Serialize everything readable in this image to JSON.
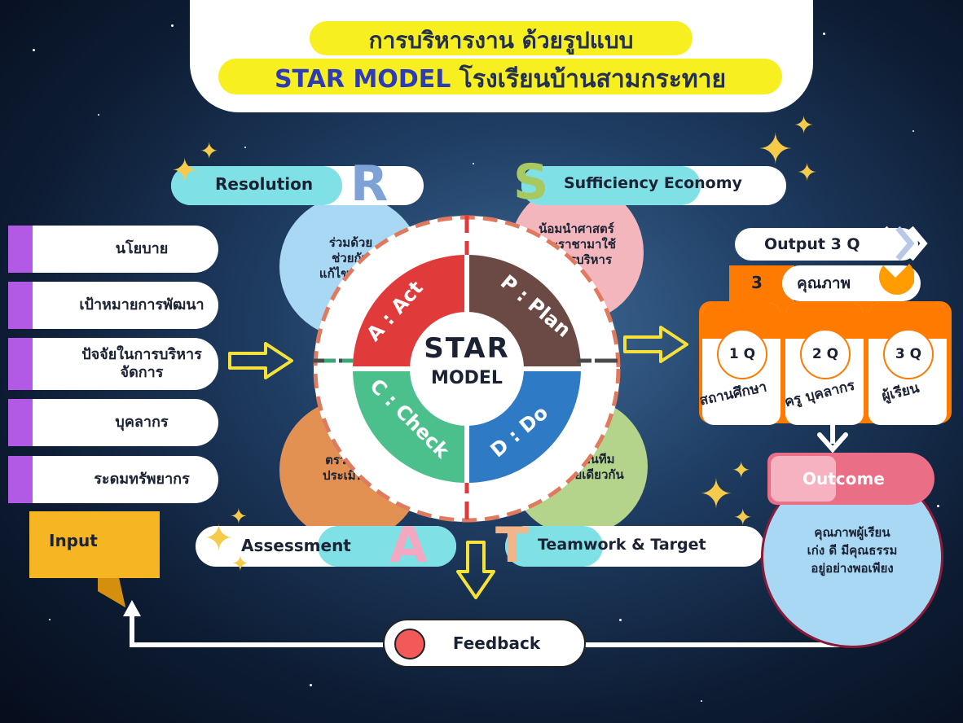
{
  "title": {
    "line1": "การบริหารงาน ด้วยรูปแบบ",
    "line2_en": "STAR MODEL",
    "line2_th": "โรงเรียนบ้านสามกระทาย"
  },
  "inputs": {
    "items": [
      "นโยบาย",
      "เป้าหมายการพัฒนา",
      "ปัจจัยในการบริหารจัดการ",
      "บุคลากร",
      "ระดมทรัพยากร"
    ],
    "label": "Input"
  },
  "star": {
    "resolution": {
      "letter": "R",
      "label": "Resolution",
      "text": "ร่วมด้วย\nช่วยกัน\nแก้ไขปัญหา"
    },
    "sufficiency": {
      "letter": "S",
      "label": "Sufficiency Economy",
      "text": "น้อมนำศาสตร์\nพระราชามาใช้\nในการบริหาร"
    },
    "assessment": {
      "letter": "A",
      "label": "Assessment",
      "text": "ตรวจสอบ\nประเมินผล"
    },
    "teamwork": {
      "letter": "T",
      "label": "Teamwork & Target",
      "text": "ทำงานเป็นทีม\nเป้าหมายเดียวกัน"
    },
    "center_line1": "STAR",
    "center_line2": "MODEL",
    "quadrants": {
      "act": "A : Act",
      "plan": "P : Plan",
      "check": "C : Check",
      "do": "D : Do"
    }
  },
  "output": {
    "title": "Output 3 Q",
    "count": "3",
    "quality": "คุณภาพ",
    "columns": [
      {
        "badge": "1 Q",
        "label": "สถานศึกษา"
      },
      {
        "badge": "2 Q",
        "label": "ครู บุคลากร"
      },
      {
        "badge": "3 Q",
        "label": "ผู้เรียน"
      }
    ]
  },
  "outcome": {
    "label": "Outcome",
    "text": "คุณภาพผู้เรียน\nเก่ง ดี มีคุณธรรม\nอยู่อย่างพอเพียง"
  },
  "feedback": {
    "label": "Feedback"
  },
  "colors": {
    "act": "#e03a3a",
    "plan": "#6b4a45",
    "check": "#4bbf8c",
    "do": "#2f7ac4",
    "purple": "#b259e6",
    "orange": "#ff7a00",
    "yellow": "#f6cb4c",
    "cyan": "#7fe0e6",
    "outcome_pink": "#ea6f86"
  }
}
